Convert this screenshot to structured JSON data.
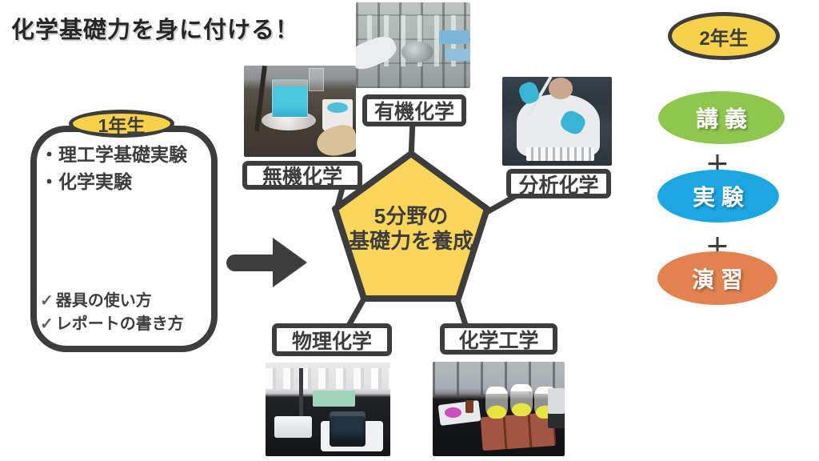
{
  "title": "化学基礎力を身に付ける！",
  "colors": {
    "badge_yellow": "#F7D14A",
    "pentagon_yellow": "#F9D65A",
    "outline_dark": "#3D3D3D",
    "lecture_green": "#8FC74E",
    "experiment_blue": "#1CA7E2",
    "exercise_orange": "#E2824E"
  },
  "first_year": {
    "badge": "1年生",
    "bullets": [
      "・理工学基礎実験",
      "・化学実験"
    ],
    "checks": [
      {
        "icon": "✓",
        "text": "器具の使い方"
      },
      {
        "icon": "✓",
        "text": "レポートの書き方"
      }
    ]
  },
  "pentagon": {
    "line1": "5分野の",
    "line2": "基礎力を養成"
  },
  "fields": [
    {
      "label": "有機化学"
    },
    {
      "label": "無機化学"
    },
    {
      "label": "分析化学"
    },
    {
      "label": "物理化学"
    },
    {
      "label": "化学工学"
    }
  ],
  "second_year": {
    "badge": "2年生",
    "plus": "＋",
    "courses": [
      {
        "label": "講 義",
        "color": "#8FC74E"
      },
      {
        "label": "実 験",
        "color": "#1CA7E2"
      },
      {
        "label": "演 習",
        "color": "#E2824E"
      }
    ]
  }
}
